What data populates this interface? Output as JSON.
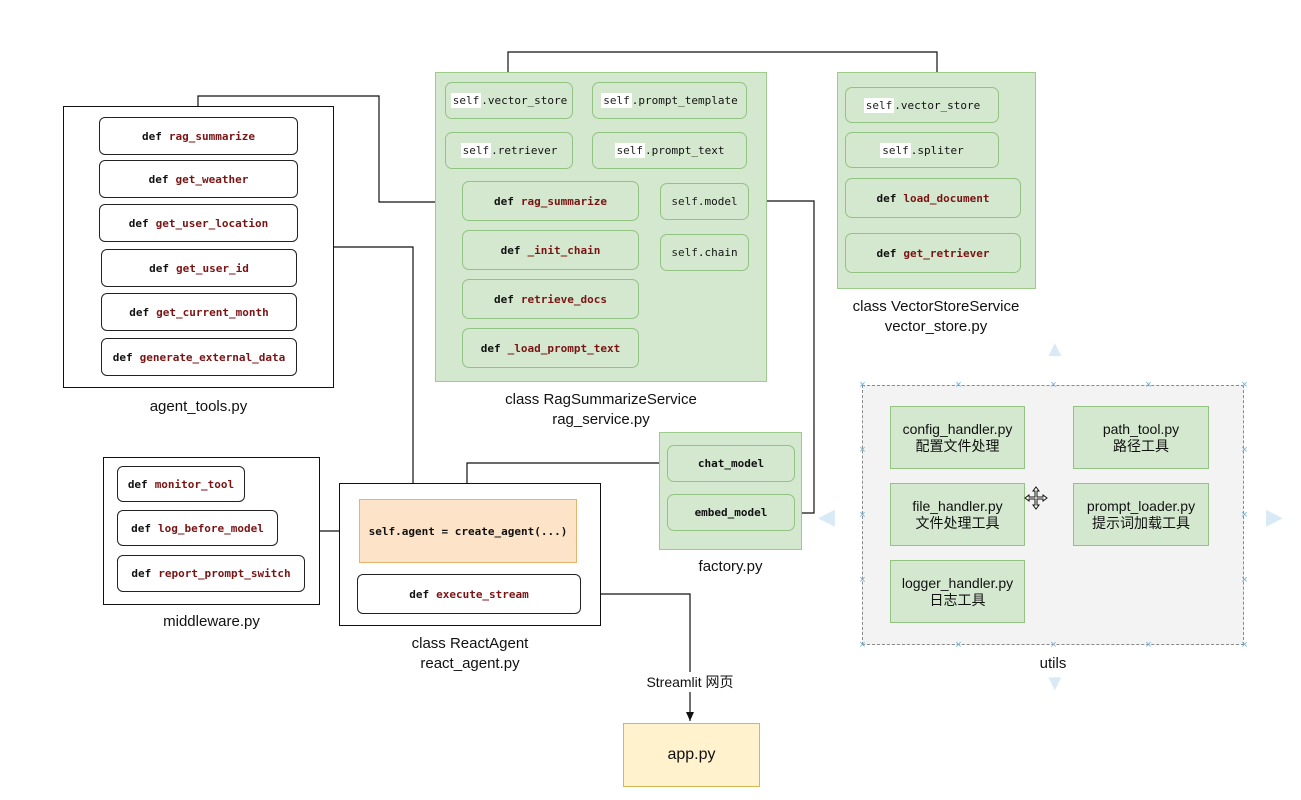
{
  "agent_tools": {
    "caption": "agent_tools.py",
    "methods": [
      {
        "kw": "def",
        "name": "rag_summarize"
      },
      {
        "kw": "def",
        "name": "get_weather"
      },
      {
        "kw": "def",
        "name": "get_user_location"
      },
      {
        "kw": "def",
        "name": "get_user_id"
      },
      {
        "kw": "def",
        "name": "get_current_month"
      },
      {
        "kw": "def",
        "name": "generate_external_data"
      }
    ]
  },
  "rag_service": {
    "caption_line1": "class RagSummarizeService",
    "caption_line2": "rag_service.py",
    "attrs": [
      {
        "self": "self",
        "attr": ".vector_store"
      },
      {
        "self": "self",
        "attr": ".prompt_template"
      },
      {
        "self": "self",
        "attr": ".retriever"
      },
      {
        "self": "self",
        "attr": ".prompt_text"
      },
      {
        "self": "self",
        "attr": ".model"
      },
      {
        "self": "self",
        "attr": ".chain"
      }
    ],
    "methods": [
      {
        "kw": "def",
        "name": "rag_summarize"
      },
      {
        "kw": "def",
        "name": "_init_chain"
      },
      {
        "kw": "def",
        "name": "retrieve_docs"
      },
      {
        "kw": "def",
        "name": "_load_prompt_text"
      }
    ]
  },
  "vector_store": {
    "caption_line1": "class VectorStoreService",
    "caption_line2": "vector_store.py",
    "attrs": [
      {
        "self": "self",
        "attr": ".vector_store"
      },
      {
        "self": "self",
        "attr": ".spliter"
      }
    ],
    "methods": [
      {
        "kw": "def",
        "name": "load_document"
      },
      {
        "kw": "def",
        "name": "get_retriever"
      }
    ]
  },
  "middleware": {
    "caption": "middleware.py",
    "methods": [
      {
        "kw": "def",
        "name": "monitor_tool"
      },
      {
        "kw": "def",
        "name": "log_before_model"
      },
      {
        "kw": "def",
        "name": "report_prompt_switch"
      }
    ]
  },
  "react_agent": {
    "caption_line1": "class ReactAgent",
    "caption_line2": "react_agent.py",
    "agent_line": "self.agent = create_agent(...)",
    "method": {
      "kw": "def",
      "name": "execute_stream"
    }
  },
  "factory": {
    "caption": "factory.py",
    "items": [
      "chat_model",
      "embed_model"
    ]
  },
  "app": {
    "label": "app.py",
    "edge_label": "Streamlit 网页"
  },
  "utils": {
    "caption": "utils",
    "boxes": [
      {
        "line1": "config_handler.py",
        "line2": "配置文件处理"
      },
      {
        "line1": "path_tool.py",
        "line2": "路径工具"
      },
      {
        "line1": "file_handler.py",
        "line2": "文件处理工具"
      },
      {
        "line1": "prompt_loader.py",
        "line2": "提示词加载工具"
      },
      {
        "line1": "logger_handler.py",
        "line2": "日志工具"
      }
    ]
  },
  "colors": {
    "green_fill": "#d4e8cf",
    "green_border": "#93c383",
    "orange_fill": "#fde4c8",
    "orange_border": "#e6b46f",
    "yellow_fill": "#fff2cc",
    "yellow_border": "#d6b656",
    "selection_blue": "#6fb0d8",
    "method_name": "#7a1414"
  },
  "icons": [
    "move-cursor-icon",
    "arrow-up-icon",
    "arrow-down-icon",
    "arrow-left-icon",
    "arrow-right-icon"
  ]
}
